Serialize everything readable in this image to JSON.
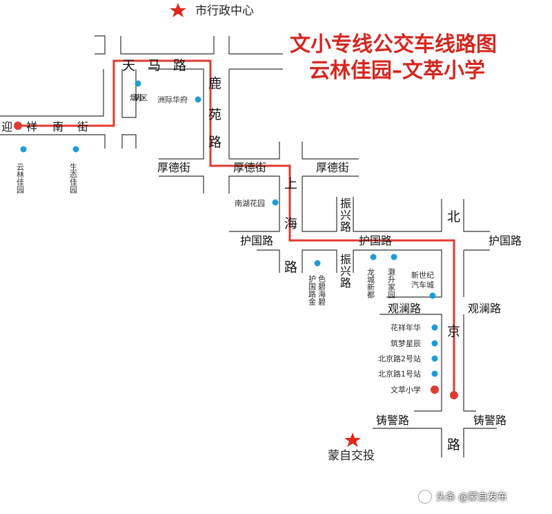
{
  "title": {
    "line1": "文小专线公交车线路图",
    "line2": "云林佳园–文萃小学"
  },
  "colors": {
    "route": "#e23a31",
    "title": "#d6261f",
    "stop": "#1e9cd8",
    "terminal": "#e03a33",
    "star": "#e1261c"
  },
  "landmarks": {
    "top": "市行政中心",
    "bottom": "蒙自交投"
  },
  "roads": {
    "tianma": "天马路",
    "yingxiang": [
      "迎",
      "祥",
      "南",
      "街"
    ],
    "lu_yuan": [
      "鹿",
      "苑",
      "路"
    ],
    "houde_1": "厚德街",
    "houde_2": "厚德街",
    "houde_3": "厚德街",
    "shanghai": [
      "上",
      "海",
      "路"
    ],
    "zhenxing_1": [
      "振",
      "兴",
      "路"
    ],
    "zhenxing_2": [
      "振",
      "兴",
      "路"
    ],
    "huguo_1": "护国路",
    "huguo_2": "护国路",
    "huguo_3": "护国路",
    "beijing": [
      "北",
      "京",
      "路"
    ],
    "guanlan_1": "观澜路",
    "guanlan_2": "观澜路",
    "zhujing_1": "铸警路",
    "zhujing_2": "铸警路"
  },
  "stops": {
    "yunlin": "云林佳园",
    "shengtai": "生态佳园",
    "yancao": "烟草小区",
    "zhouji": "洲际华府",
    "nanhu": "南湖花园",
    "huguolu": [
      "护国路金",
      "色碧海碧"
    ],
    "longcheng": "龙城新都",
    "bosheng": "灏升家园",
    "xinshiji": [
      "新世纪",
      "汽车城"
    ],
    "huaxiang": "花祥年华",
    "zhumeng": "筑梦星辰",
    "beijing2": "北京路2号站",
    "beijing1": "北京路1号站",
    "wencui": "文萃小学"
  },
  "watermark": "头条 @蒙自发布"
}
